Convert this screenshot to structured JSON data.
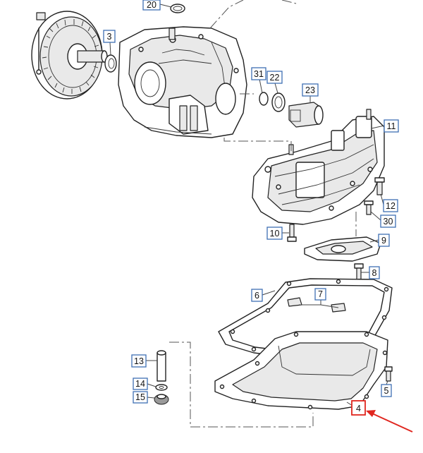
{
  "diagram": {
    "callouts": [
      {
        "id": "20",
        "label": "20"
      },
      {
        "id": "3",
        "label": "3"
      },
      {
        "id": "31",
        "label": "31"
      },
      {
        "id": "22",
        "label": "22"
      },
      {
        "id": "23",
        "label": "23"
      },
      {
        "id": "11",
        "label": "11"
      },
      {
        "id": "12",
        "label": "12"
      },
      {
        "id": "30",
        "label": "30"
      },
      {
        "id": "10",
        "label": "10"
      },
      {
        "id": "9",
        "label": "9"
      },
      {
        "id": "8",
        "label": "8"
      },
      {
        "id": "6",
        "label": "6"
      },
      {
        "id": "7",
        "label": "7"
      },
      {
        "id": "13",
        "label": "13"
      },
      {
        "id": "14",
        "label": "14"
      },
      {
        "id": "15",
        "label": "15"
      },
      {
        "id": "5",
        "label": "5"
      },
      {
        "id": "4",
        "label": "4"
      }
    ],
    "highlighted_callout": "4",
    "highlight_color": "#e0261f",
    "callout_border_color": "#3f6fb4"
  }
}
